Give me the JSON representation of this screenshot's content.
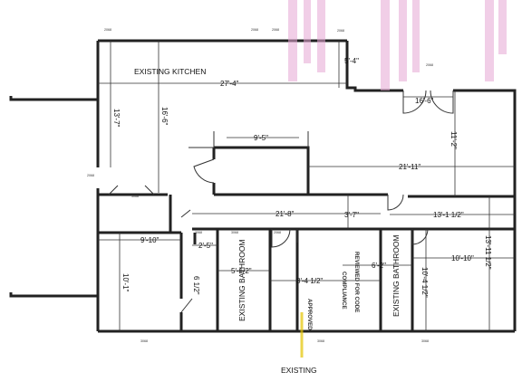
{
  "rooms": {
    "existing_kitchen": "EXISTING KITCHEN",
    "existing_bathroom_left": "EXISTING BATHROOM",
    "existing_bathroom_right": "EXISTING BATHROOM",
    "existing_bottom": "EXISTING"
  },
  "dimensions": {
    "d_27_4": "27'-4\"",
    "d_13_7": "13'-7\"",
    "d_16_6_vert": "16'-6\"",
    "d_5_4": "5'-4\"",
    "d_16_6_horiz": "16'-6\"",
    "d_9_5": "9'-5\"",
    "d_11_2": "11'-2\"",
    "d_21_11": "21'-11\"",
    "d_21_8": "21'-8\"",
    "d_3_7": "3'-7\"",
    "d_13_1_half": "13'-1 1/2\"",
    "d_9_10": "9'-10\"",
    "d_2_5": "2'-5\"",
    "d_5_half": "5'-1/2\"",
    "d_8_4_half": "8'-4 1/2\"",
    "d_6_2": "6'-2\"",
    "d_10_10": "10'-10\"",
    "d_13_11_half": "13'-11 1/2\"",
    "d_10_1": "10'-1\"",
    "d_6_half": "6 1/2\"",
    "d_10_4_half": "10'-4 1/2\""
  },
  "window_tags": {
    "t1": "2068",
    "t2": "2068",
    "t3": "2068",
    "t4": "2068",
    "t5": "3068",
    "t6": "3068",
    "t7": "3068",
    "t8": "2068",
    "t9": "2068",
    "t10": "2068",
    "t11": "3068",
    "t12": "3068",
    "t13": "3068"
  },
  "stamp": {
    "line1": "REVIEWED FOR CODE",
    "line2": "COMPLIANCE",
    "line3": "APPROVED"
  },
  "colors": {
    "walls": "#222222",
    "stamp": "#b8409a"
  }
}
